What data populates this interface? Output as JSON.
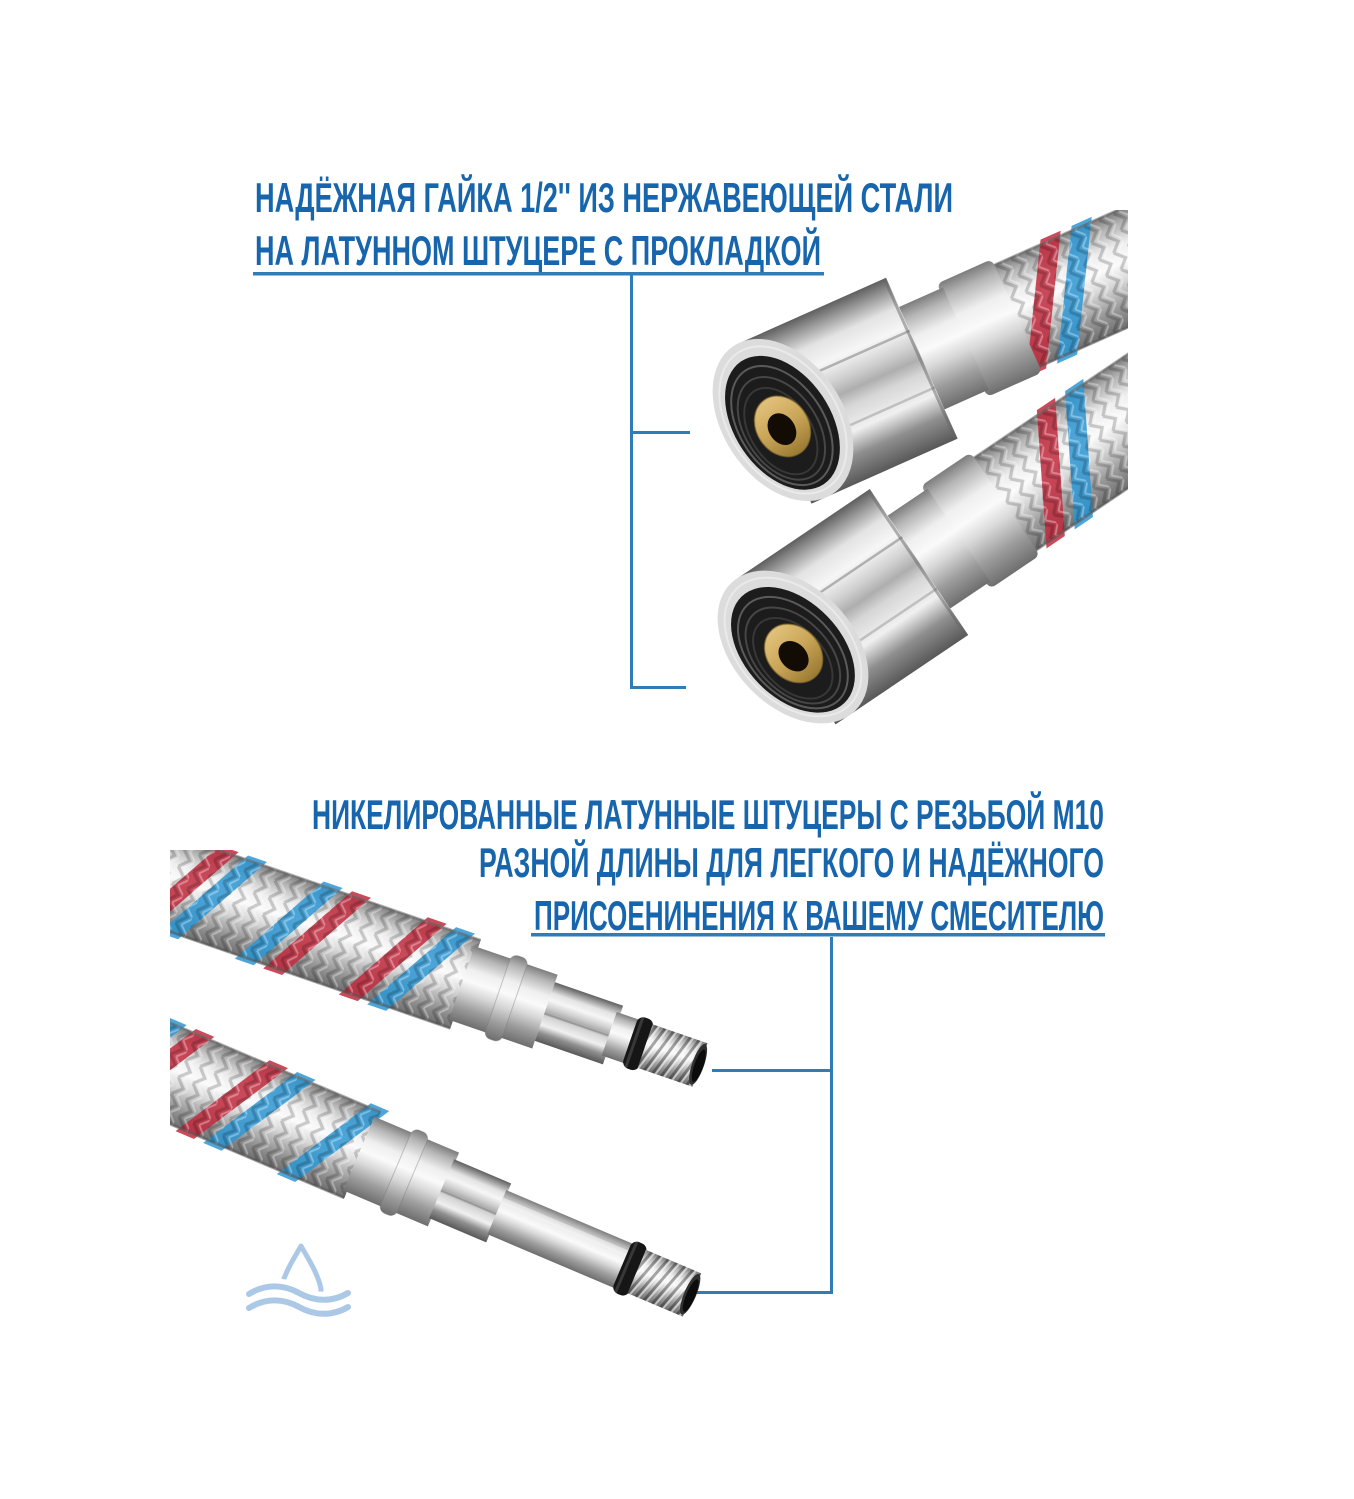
{
  "annotations": {
    "top": {
      "line1": "НАДЁЖНАЯ ГАЙКА 1/2'' ИЗ НЕРЖАВЕЮЩЕЙ СТАЛИ",
      "line2": "НА ЛАТУННОМ ШТУЦЕРЕ С ПРОКЛАДКОЙ"
    },
    "bottom": {
      "line1": "НИКЕЛИРОВАННЫЕ ЛАТУННЫЕ ШТУЦЕРЫ С РЕЗЬБОЙ М10",
      "line2": "РАЗНОЙ ДЛИНЫ ДЛЯ ЛЕГКОГО И НАДЁЖНОГО",
      "line3": "ПРИСОЕНИНЕНИЯ К ВАШЕМУ СМЕСИТЕЛЮ"
    }
  },
  "colors": {
    "headline_blue": "#1765ac",
    "callout_line_blue": "#2e7cb8",
    "logo_blue": "#abc9e6",
    "braid_red": "#c12b3e",
    "braid_blue": "#2d97d4",
    "brass": "#c9a557",
    "background": "#ffffff"
  },
  "icons": {
    "logo": "water-drop-waves-logo"
  }
}
